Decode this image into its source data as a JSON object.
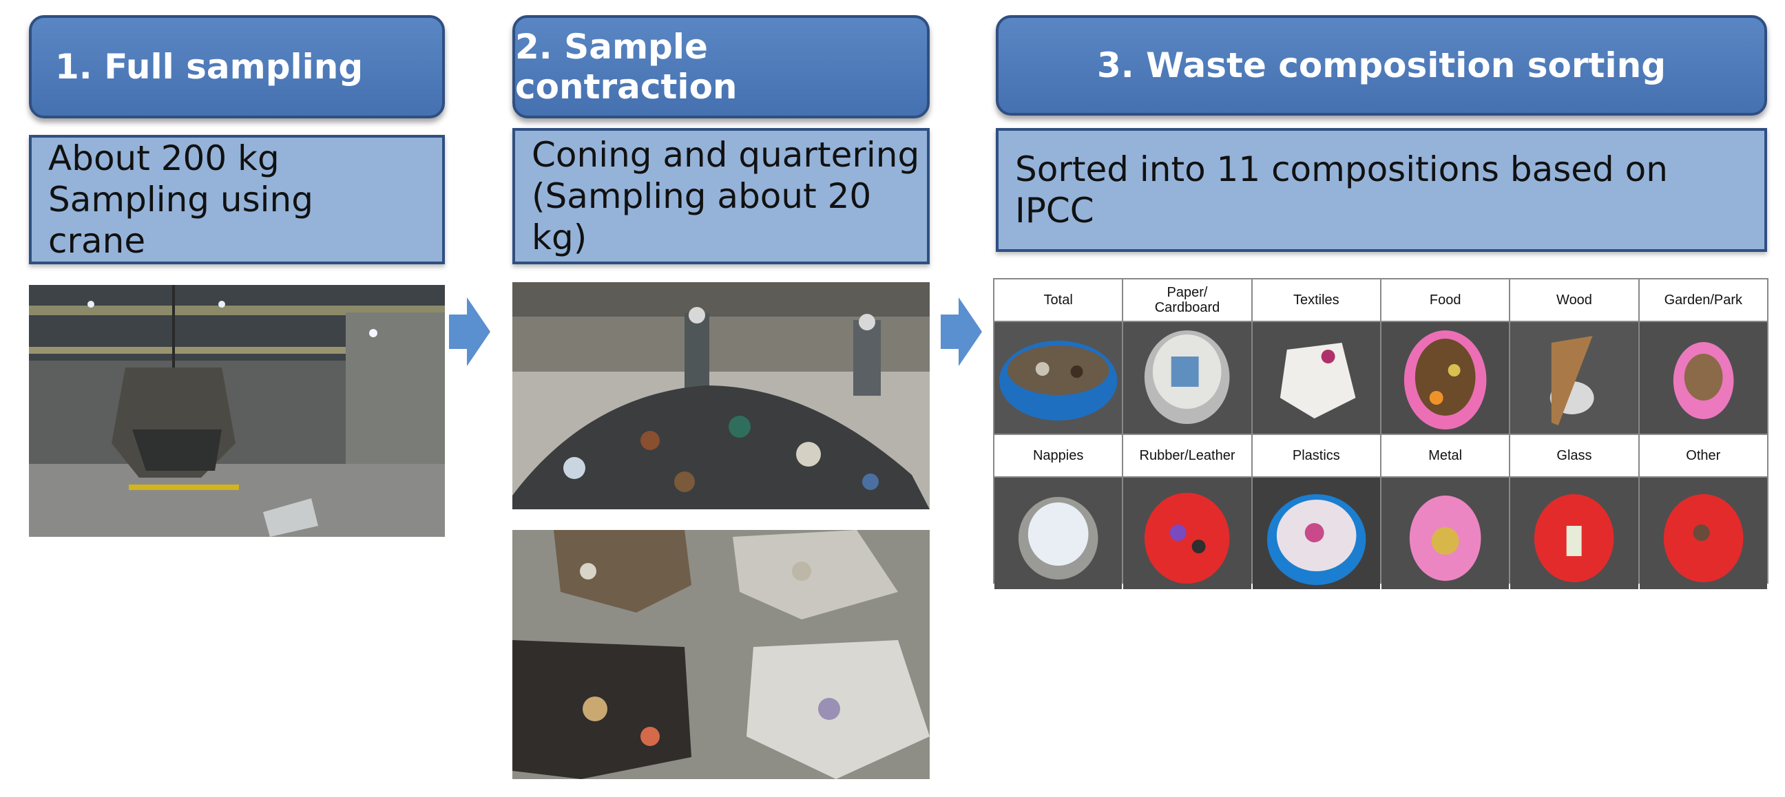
{
  "steps": [
    {
      "title": "1. Full sampling",
      "description": "About 200 kg\nSampling using\ncrane"
    },
    {
      "title": "2. Sample contraction",
      "description": "Coning and quartering\n(Sampling about 20 kg)"
    },
    {
      "title": "3. Waste composition sorting",
      "description": "Sorted into 11 compositions based on\nIPCC"
    }
  ],
  "categories_row1": [
    "Total",
    "Paper/\nCardboard",
    "Textiles",
    "Food",
    "Wood",
    "Garden/Park"
  ],
  "categories_row2": [
    "Nappies",
    "Rubber/Leather",
    "Plastics",
    "Metal",
    "Glass",
    "Other"
  ],
  "colors": {
    "title_fill": "#4a76b6",
    "title_border": "#2f4f82",
    "desc_fill": "#95b3d9",
    "arrow": "#5a8fd0"
  },
  "icons": [
    "right-arrow-icon",
    "right-arrow-icon"
  ]
}
